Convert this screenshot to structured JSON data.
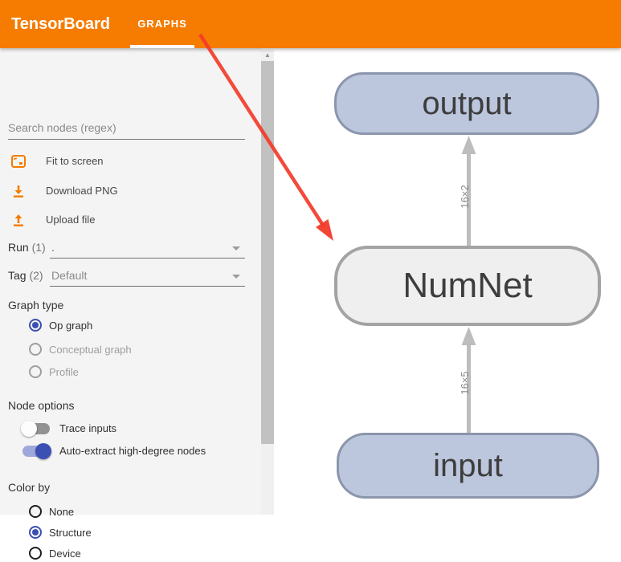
{
  "header": {
    "title": "TensorBoard",
    "tab_label": "GRAPHS",
    "bg_color": "#f57c00"
  },
  "sidebar": {
    "search": {
      "placeholder": "Search nodes (regex)"
    },
    "actions": [
      {
        "icon": "fit-to-screen-icon",
        "label": "Fit to screen"
      },
      {
        "icon": "download-icon",
        "label": "Download PNG"
      },
      {
        "icon": "upload-icon",
        "label": "Upload file"
      }
    ],
    "run": {
      "label": "Run",
      "count": "(1)",
      "value": "."
    },
    "tag": {
      "label": "Tag",
      "count": "(2)",
      "value": "Default"
    },
    "graph_type": {
      "label": "Graph type",
      "options": [
        {
          "label": "Op graph",
          "selected": true,
          "enabled": true
        },
        {
          "label": "Conceptual graph",
          "selected": false,
          "enabled": false
        },
        {
          "label": "Profile",
          "selected": false,
          "enabled": false
        }
      ]
    },
    "node_options": {
      "label": "Node options",
      "toggles": [
        {
          "label": "Trace inputs",
          "on": false
        },
        {
          "label": "Auto-extract high-degree nodes",
          "on": true
        }
      ]
    },
    "color_by": {
      "label": "Color by",
      "options": [
        {
          "label": "None",
          "selected": false
        },
        {
          "label": "Structure",
          "selected": true
        },
        {
          "label": "Device",
          "selected": false
        }
      ]
    },
    "accent_color": "#3b50b2"
  },
  "graph": {
    "nodes": [
      {
        "label": "output",
        "type": "io"
      },
      {
        "label": "NumNet",
        "type": "metanode"
      },
      {
        "label": "input",
        "type": "io"
      }
    ],
    "edges": [
      {
        "from": "input",
        "to": "NumNet",
        "label": "16×5"
      },
      {
        "from": "NumNet",
        "to": "output",
        "label": "16×2"
      }
    ],
    "colors": {
      "io_fill": "#bcc6dd",
      "io_border": "#8b95ac",
      "meta_fill": "#efefef",
      "meta_border": "#a3a3a3",
      "edge": "#bdbdbd",
      "edge_label": "#8a8a8a"
    }
  },
  "annotation": {
    "description": "red arrow from GRAPHS tab pointing to NumNet node",
    "color": "#f23b2a"
  }
}
